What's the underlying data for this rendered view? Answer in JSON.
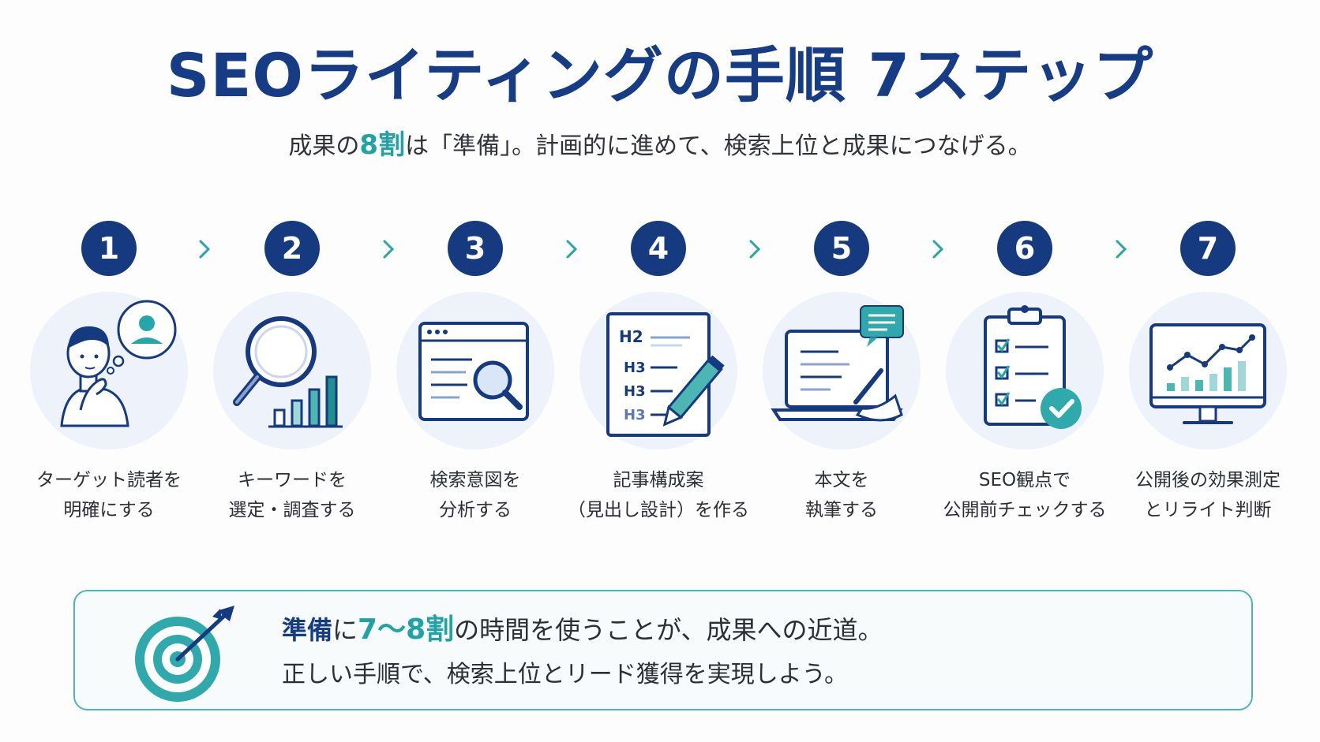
{
  "title": "SEOライティングの手順 7ステップ",
  "subtitle": {
    "pre": "成果の",
    "highlight": "8割",
    "post": "は「準備」。計画的に進めて、検索上位と成果につなげる。"
  },
  "steps": [
    {
      "number": "1",
      "line1": "ターゲット読者を",
      "line2": "明確にする",
      "icon": "persona-thinking-icon"
    },
    {
      "number": "2",
      "line1": "キーワードを",
      "line2": "選定・調査する",
      "icon": "magnifier-bar-chart-icon"
    },
    {
      "number": "3",
      "line1": "検索意図を",
      "line2": "分析する",
      "icon": "browser-search-icon"
    },
    {
      "number": "4",
      "line1": "記事構成案",
      "line2": "（見出し設計）を作る",
      "icon": "outline-document-pencil-icon"
    },
    {
      "number": "5",
      "line1": "本文を",
      "line2": "執筆する",
      "icon": "laptop-writing-icon"
    },
    {
      "number": "6",
      "line1": "SEO観点で",
      "line2": "公開前チェックする",
      "icon": "clipboard-checklist-icon"
    },
    {
      "number": "7",
      "line1": "公開後の効果測定",
      "line2": "とリライト判断",
      "icon": "monitor-analytics-icon"
    }
  ],
  "doc_heading_labels": [
    "H2",
    "H3",
    "H3",
    "H3"
  ],
  "callout": {
    "icon": "target-arrow-icon",
    "prep": "準備",
    "mid": "に",
    "ratio": "7～8割",
    "post": "の時間を使うことが、成果への近道。",
    "line2": "正しい手順で、検索上位とリード獲得を実現しよう。"
  },
  "colors": {
    "navy": "#163a80",
    "teal": "#1fa3a6",
    "bubble": "#edf2fb",
    "text": "#2b2f36"
  }
}
